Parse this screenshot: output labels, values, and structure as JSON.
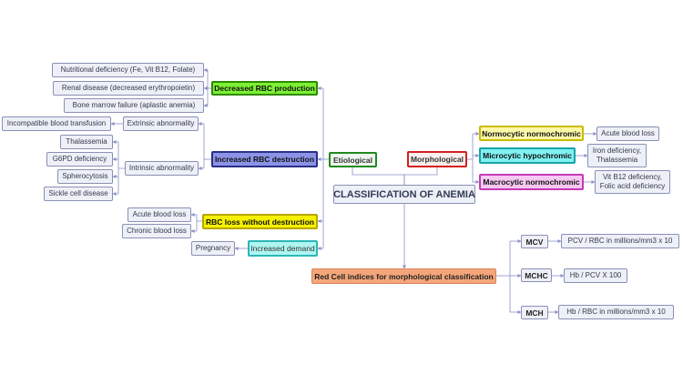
{
  "root": "CLASSIFICATION OF ANEMIA",
  "etiological": {
    "label": "Etiological",
    "decreased_production": {
      "label": "Decreased RBC production",
      "color": "#7cf033",
      "border": "#2e8a00",
      "items": [
        "Nutritional deficiency (Fe, Vit B12, Folate)",
        "Renal disease (decreased erythropoietin)",
        "Bone marrow failure (aplastic anemia)"
      ]
    },
    "increased_destruction": {
      "label": "Increased RBC destruction",
      "color": "#8c93e6",
      "border": "#2a2f86",
      "extrinsic": {
        "label": "Extrinsic abnormality",
        "items": [
          "Incompatible blood transfusion"
        ]
      },
      "intrinsic": {
        "label": "Intrinsic abnormality",
        "items": [
          "Thalassemia",
          "G6PD deficiency",
          "Spherocytosis",
          "Sickle cell disease"
        ]
      }
    },
    "loss_without_destruction": {
      "label": "RBC loss without destruction",
      "color": "#f6f100",
      "border": "#b8a500",
      "items": [
        "Acute blood loss",
        "Chronic blood loss"
      ]
    },
    "increased_demand": {
      "label": "Increased demand",
      "color": "#aef5f2",
      "border": "#2cb5b5",
      "items": [
        "Pregnancy"
      ]
    }
  },
  "morphological": {
    "label": "Morphological",
    "normocytic": {
      "label": "Normocytic normochromic",
      "color": "#fbf8a8",
      "border": "#cabb00",
      "result": "Acute blood loss"
    },
    "microcytic": {
      "label": "Microcytic hypochromic",
      "color": "#7ff1f1",
      "border": "#1aa4a4",
      "result": "Iron deficiency, Thalassemia"
    },
    "macrocytic": {
      "label": "Macrocytic normochromic",
      "color": "#f6c8f2",
      "border": "#c53ab6",
      "result": "Vit B12 deficiency, Folic acid deficiency"
    }
  },
  "indices": {
    "label": "Red Cell indices for morphological classification",
    "items": [
      {
        "name": "MCV",
        "formula": "PCV / RBC in millions/mm3 x 10"
      },
      {
        "name": "MCHC",
        "formula": "Hb / PCV X 100"
      },
      {
        "name": "MCH",
        "formula": "Hb / RBC in millions/mm3 x 10"
      }
    ]
  },
  "colors": {
    "link": "#8a90c8",
    "etiological_border": "#1f8a1f",
    "morphological_border": "#d42020"
  }
}
